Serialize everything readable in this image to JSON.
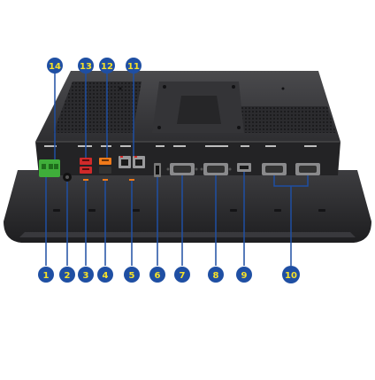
{
  "callouts": {
    "c1": "1",
    "c2": "2",
    "c3": "3",
    "c4": "4",
    "c5": "5",
    "c6": "6",
    "c7": "7",
    "c8": "8",
    "c9": "9",
    "c10": "10",
    "c11": "11",
    "c12": "12",
    "c13": "13",
    "c14": "14"
  },
  "colors": {
    "badge_fill": "#1f4fa3",
    "badge_text": "#f5e12a",
    "leader_line": "#1f4fa3",
    "chassis": "#2a2a2c",
    "bezel": "#3a3a3c",
    "terminal_green": "#3fae3a",
    "usb_red": "#d02a2a",
    "usb_orange": "#f07a1a"
  }
}
